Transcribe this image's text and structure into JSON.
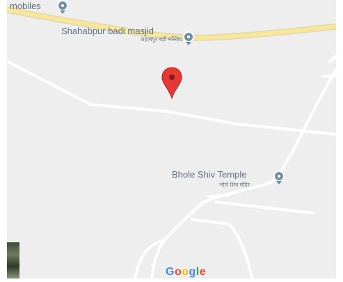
{
  "map": {
    "places": [
      {
        "name": "mobiles",
        "local_name": ""
      },
      {
        "name": "Shahabpur badi masjid",
        "local_name": "शहाबपुर बड़ी मस्जिद"
      },
      {
        "name": "Bhole Shiv Temple",
        "local_name": "भोले शिव मंदिर"
      }
    ],
    "colors": {
      "background": "#eeeeee",
      "highway": "#f4e39a",
      "road": "#ffffff",
      "poi_icon": "#6f8fa8",
      "marker": "#e53935"
    },
    "icons": {
      "poi": "place-pin-icon",
      "marker": "red-location-marker-icon"
    },
    "logo": {
      "letters": [
        "G",
        "o",
        "o",
        "g",
        "l",
        "e"
      ],
      "colors": [
        "#4285F4",
        "#EA4335",
        "#FBBC05",
        "#4285F4",
        "#34A853",
        "#EA4335"
      ]
    }
  }
}
